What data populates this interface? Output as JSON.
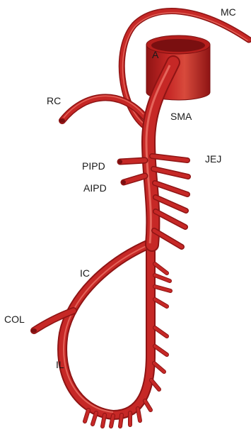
{
  "labels": {
    "a": "A",
    "mc": "MC",
    "rc": "RC",
    "sma": "SMA",
    "jej": "JEJ",
    "pipd": "PIPD",
    "aipd": "AIPD",
    "ic": "IC",
    "col": "COL",
    "il": "IL"
  },
  "colors": {
    "vessel": "#c62826",
    "vessel_dark": "#8e1414",
    "vessel_highlight": "#ef7a6e",
    "aorta_top": "#b51f1d",
    "aorta_inner": "#7a0f10",
    "background": "#ffffff"
  }
}
